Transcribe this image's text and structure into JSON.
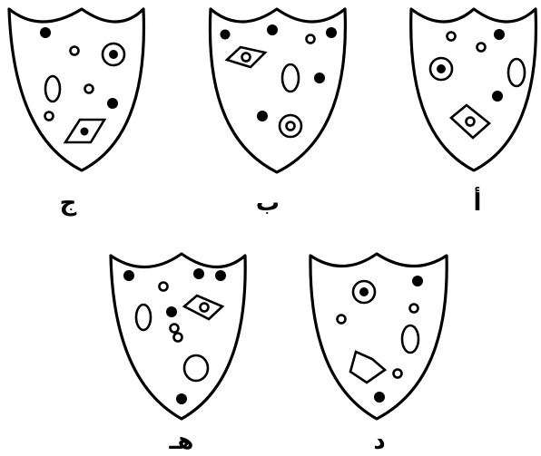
{
  "figure": {
    "shields": [
      {
        "id": "alef",
        "label": "أ"
      },
      {
        "id": "ba",
        "label": "ب"
      },
      {
        "id": "jim",
        "label": "ج"
      },
      {
        "id": "dal",
        "label": "د"
      },
      {
        "id": "ha",
        "label": "هـ"
      }
    ]
  }
}
